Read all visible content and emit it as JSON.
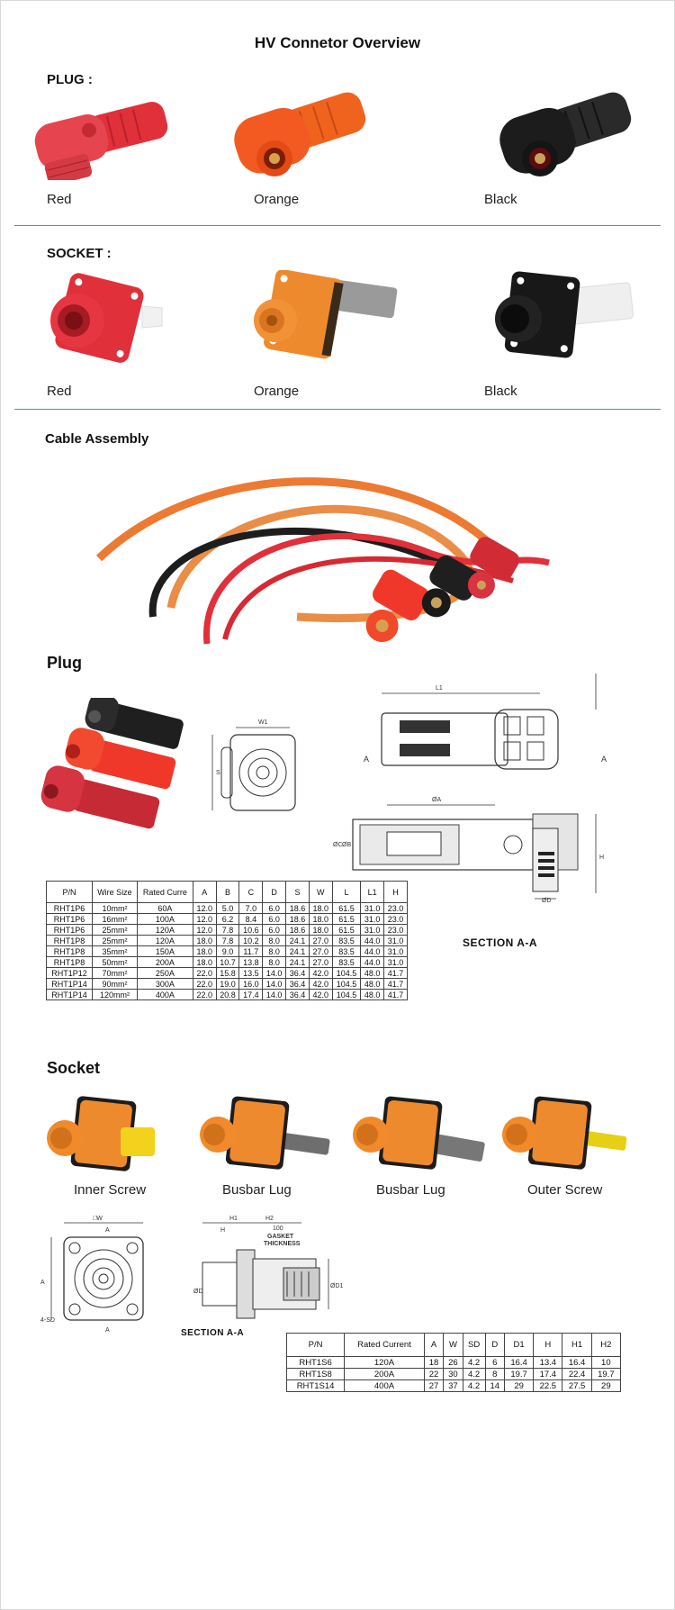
{
  "title": "HV Connetor Overview",
  "plug_section": {
    "label": "PLUG :",
    "colors": [
      "Red",
      "Orange",
      "Black"
    ]
  },
  "socket_section": {
    "label": "SOCKET :",
    "colors": [
      "Red",
      "Orange",
      "Black"
    ]
  },
  "cable_assembly": {
    "label": "Cable Assembly"
  },
  "plug_drawing": {
    "label": "Plug",
    "section_label": "SECTION    A-A",
    "dims": {
      "w1": "W1",
      "l1": "L1",
      "a": "A",
      "phi_a": "ØA",
      "d": "ØD",
      "h": "H",
      "s": "S",
      "b": "ØB",
      "c": "ØC"
    },
    "table": {
      "headers": [
        "P/N",
        "Wire Size",
        "Rated Curre",
        "A",
        "B",
        "C",
        "D",
        "S",
        "W",
        "L",
        "L1",
        "H"
      ],
      "rows": [
        [
          "RHT1P6",
          "10mm²",
          "60A",
          "12.0",
          "5.0",
          "7.0",
          "6.0",
          "18.6",
          "18.0",
          "61.5",
          "31.0",
          "23.0"
        ],
        [
          "RHT1P6",
          "16mm²",
          "100A",
          "12.0",
          "6.2",
          "8.4",
          "6.0",
          "18.6",
          "18.0",
          "61.5",
          "31.0",
          "23.0"
        ],
        [
          "RHT1P6",
          "25mm²",
          "120A",
          "12.0",
          "7.8",
          "10.6",
          "6.0",
          "18.6",
          "18.0",
          "61.5",
          "31.0",
          "23.0"
        ],
        [
          "RHT1P8",
          "25mm²",
          "120A",
          "18.0",
          "7.8",
          "10.2",
          "8.0",
          "24.1",
          "27.0",
          "83.5",
          "44.0",
          "31.0"
        ],
        [
          "RHT1P8",
          "35mm²",
          "150A",
          "18.0",
          "9.0",
          "11.7",
          "8.0",
          "24.1",
          "27.0",
          "83.5",
          "44.0",
          "31.0"
        ],
        [
          "RHT1P8",
          "50mm²",
          "200A",
          "18.0",
          "10.7",
          "13.8",
          "8.0",
          "24.1",
          "27.0",
          "83.5",
          "44.0",
          "31.0"
        ],
        [
          "RHT1P12",
          "70mm²",
          "250A",
          "22.0",
          "15.8",
          "13.5",
          "14.0",
          "36.4",
          "42.0",
          "104.5",
          "48.0",
          "41.7"
        ],
        [
          "RHT1P14",
          "90mm²",
          "300A",
          "22.0",
          "19.0",
          "16.0",
          "14.0",
          "36.4",
          "42.0",
          "104.5",
          "48.0",
          "41.7"
        ],
        [
          "RHT1P14",
          "120mm²",
          "400A",
          "22.0",
          "20.8",
          "17.4",
          "14.0",
          "36.4",
          "42.0",
          "104.5",
          "48.0",
          "41.7"
        ]
      ]
    }
  },
  "socket_drawing": {
    "label": "Socket",
    "types": [
      "Inner Screw",
      "Busbar Lug",
      "Busbar Lug",
      "Outer Screw"
    ],
    "section_label": "SECTION    A-A",
    "dims": {
      "w": "□W",
      "a": "A",
      "sd": "4-SD",
      "h": "H",
      "h1": "H1",
      "h2": "H2",
      "gasket_val": "100",
      "gasket_text1": "GASKET",
      "gasket_text2": "THICKNESS",
      "d": "ØD",
      "d1": "ØD1"
    },
    "table": {
      "headers": [
        "P/N",
        "Rated Current",
        "A",
        "W",
        "SD",
        "D",
        "D1",
        "H",
        "H1",
        "H2"
      ],
      "rows": [
        [
          "RHT1S6",
          "120A",
          "18",
          "26",
          "4.2",
          "6",
          "16.4",
          "13.4",
          "16.4",
          "10"
        ],
        [
          "RHT1S8",
          "200A",
          "22",
          "30",
          "4.2",
          "8",
          "19.7",
          "17.4",
          "22.4",
          "19.7"
        ],
        [
          "RHT1S14",
          "400A",
          "27",
          "37",
          "4.2",
          "14",
          "29",
          "22.5",
          "27.5",
          "29"
        ]
      ]
    }
  },
  "palette": {
    "red": "#e0303a",
    "orange": "#f0631e",
    "socket_orange": "#ee8a2e",
    "black": "#1c1c1c",
    "divider": "#5b8fb3"
  }
}
